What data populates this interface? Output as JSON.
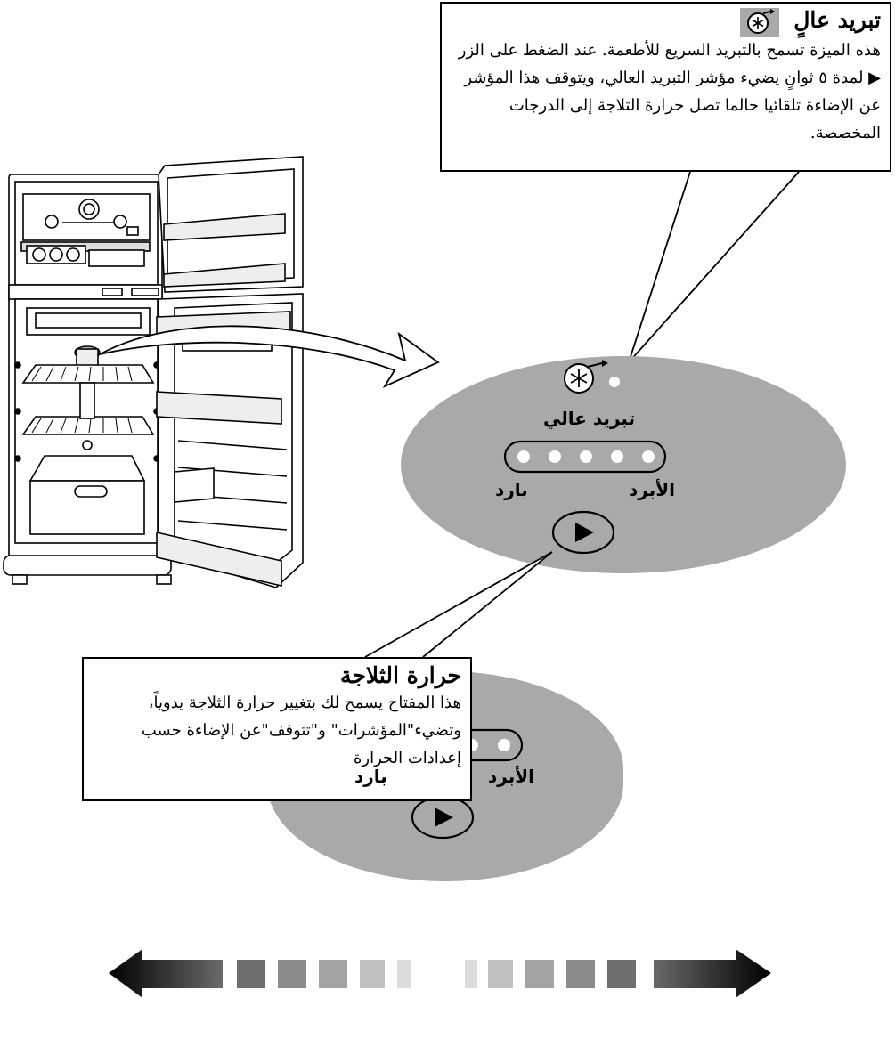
{
  "callout_top": {
    "title": "تبريد عالٍ",
    "icon": "super-cool-icon",
    "body": "هذه الميزة تسمح بالتبريد السريع للأطعمة. عند الضغط على الزر ▶ لمدة ٥ ثوانٍ يضيء مؤشر التبريد العالي، ويتوقف هذا المؤشر عن الإضاءة تلقائيا حالما تصل حرارة الثلاجة إلى الدرجات المخصصة."
  },
  "panel_main": {
    "icon_label": "تبريد عالي",
    "left_label": "بارد",
    "right_label": "الأبرد",
    "indicator_count": 5
  },
  "callout_bottom": {
    "title": "حرارة الثلاجة",
    "body": "هذا المفتاح يسمح لك بتغيير حرارة الثلاجة يدوياً، وتضيء\"المؤشرات\" و\"تتوقف\"عن الإضاءة حسب إعدادات الحرارة"
  },
  "panel_small": {
    "left_label": "بارد",
    "right_label": "الأبرد",
    "indicator_count": 5
  },
  "colors": {
    "panel_gray": "#a9a9a9",
    "stroke": "#000000",
    "dark_arrow": "#1a1a1a"
  }
}
